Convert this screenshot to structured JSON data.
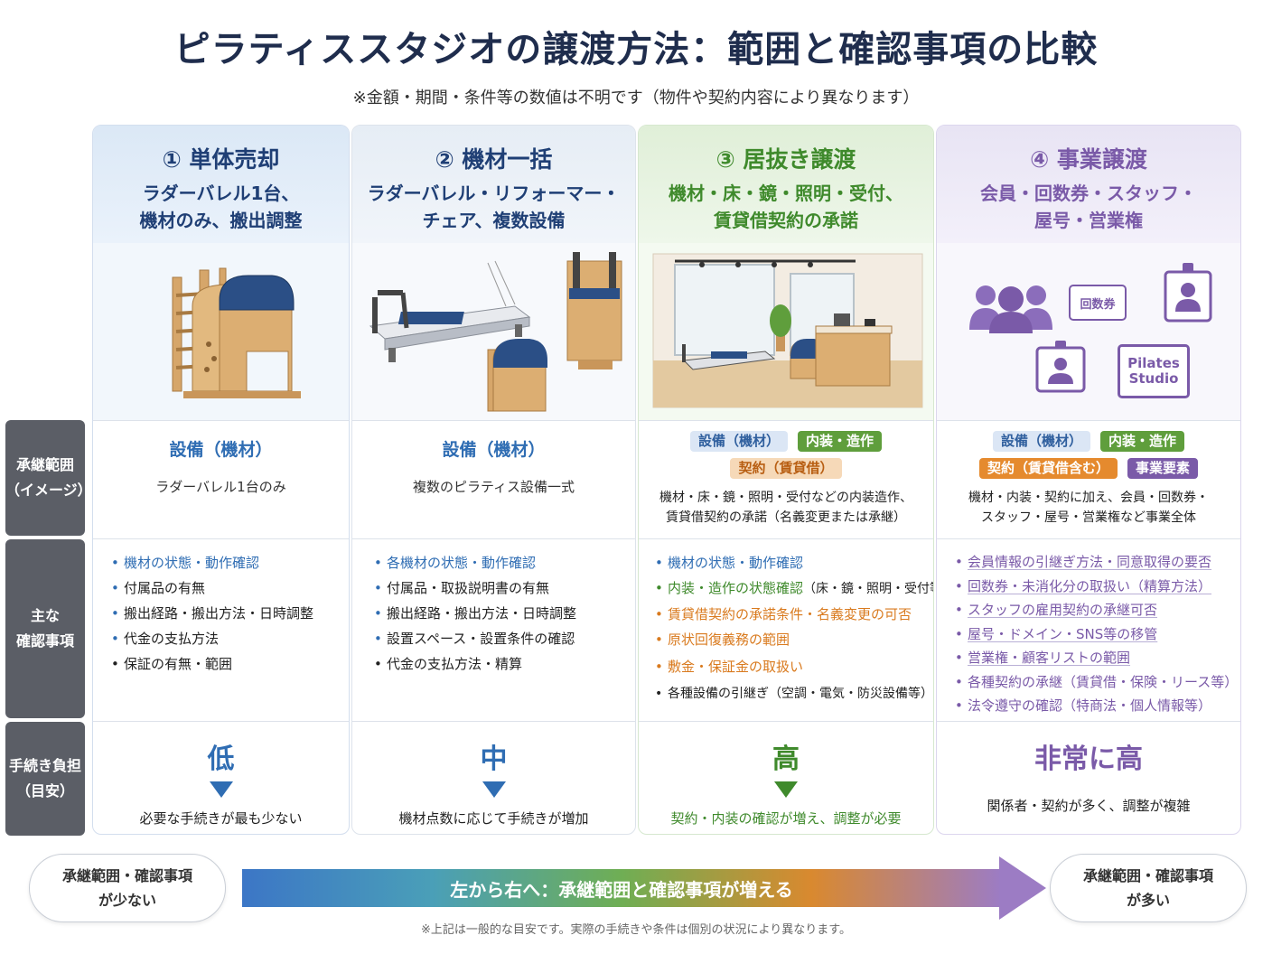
{
  "title": "ピラティススタジオの譲渡方法：範囲と確認事項の比較",
  "subtitle": "※金額・期間・条件等の数値は不明です（物件や契約内容により異なります）",
  "row_labels": {
    "scope": [
      "承継範囲",
      "（イメージ）"
    ],
    "checks": [
      "主な",
      "確認事項"
    ],
    "burden": [
      "手続き負担",
      "（目安）"
    ]
  },
  "columns": [
    {
      "number_title": "① 単体売却",
      "desc_lines": [
        "ラダーバレル1台、",
        "機材のみ、搬出調整"
      ],
      "illustration": "ladder-barrel",
      "scope_main": "設備（機材）",
      "scope_sub": "ラダーバレル1台のみ",
      "checks": [
        "機材の状態・動作確認",
        "付属品の有無",
        "搬出経路・搬出方法・日時調整",
        "代金の支払方法",
        "保証の有無・範囲"
      ],
      "burden_level": "低",
      "burden_note": "必要な手続きが最も少ない",
      "color": "#2f6db3"
    },
    {
      "number_title": "② 機材一括",
      "desc_lines": [
        "ラダーバレル・リフォーマー・",
        "チェア、複数設備"
      ],
      "illustration": "multiple-equipment",
      "scope_main": "設備（機材）",
      "scope_sub": "複数のピラティス設備一式",
      "checks": [
        "各機材の状態・動作確認",
        "付属品・取扱説明書の有無",
        "搬出経路・搬出方法・日時調整",
        "設置スペース・設置条件の確認",
        "代金の支払方法・精算"
      ],
      "burden_level": "中",
      "burden_note": "機材点数に応じて手続きが増加",
      "color": "#2f6db3"
    },
    {
      "number_title": "③ 居抜き譲渡",
      "desc_lines": [
        "機材・床・鏡・照明・受付、",
        "賃貸借契約の承諾"
      ],
      "illustration": "studio-interior",
      "scope_tags": [
        "設備（機材）",
        "内装・造作",
        "契約（賃貸借）"
      ],
      "scope_note_lines": [
        "機材・床・鏡・照明・受付などの内装造作、",
        "賃貸借契約の承諾（名義変更または承継）"
      ],
      "checks": [
        "機材の状態・動作確認",
        "内装・造作の状態確認",
        "（床・鏡・照明・受付等）",
        "賃貸借契約の承諾条件・名義変更の可否",
        "原状回復義務の範囲",
        "敷金・保証金の取扱い",
        "各種設備の引継ぎ（空調・電気・防災設備等）"
      ],
      "burden_level": "高",
      "burden_note": "契約・内装の確認が増え、調整が必要",
      "color": "#3f8a2c"
    },
    {
      "number_title": "④ 事業譲渡",
      "desc_lines": [
        "会員・回数券・スタッフ・",
        "屋号・営業権"
      ],
      "illustration": "business-assets",
      "icon_labels": {
        "ticket": "回数券",
        "studio_sign": [
          "Pilates",
          "Studio"
        ]
      },
      "scope_tags": [
        "設備（機材）",
        "内装・造作",
        "契約（賃貸借含む）",
        "事業要素"
      ],
      "scope_note_lines": [
        "機材・内装・契約に加え、会員・回数券・",
        "スタッフ・屋号・営業権など事業全体"
      ],
      "checks": [
        "会員情報の引継ぎ方法・同意取得の要否",
        "回数券・未消化分の取扱い（精算方法）",
        "スタッフの雇用契約の承継可否",
        "屋号・ドメイン・SNS等の移管",
        "営業権・顧客リストの範囲",
        "各種契約の承継（賃貸借・保険・リース等）",
        "法令遵守の確認（特商法・個人情報等）"
      ],
      "burden_level": "非常に高",
      "burden_note": "関係者・契約が多く、調整が複雑",
      "color": "#7a5aa8"
    }
  ],
  "bottom": {
    "left_pill": [
      "承継範囲・確認事項",
      "が少ない"
    ],
    "arrow_label": "左から右へ：承継範囲と確認事項が増える",
    "right_pill": [
      "承継範囲・確認事項",
      "が多い"
    ]
  },
  "footnote": "※上記は一般的な目安です。実際の手続きや条件は個別の状況により異なります。"
}
